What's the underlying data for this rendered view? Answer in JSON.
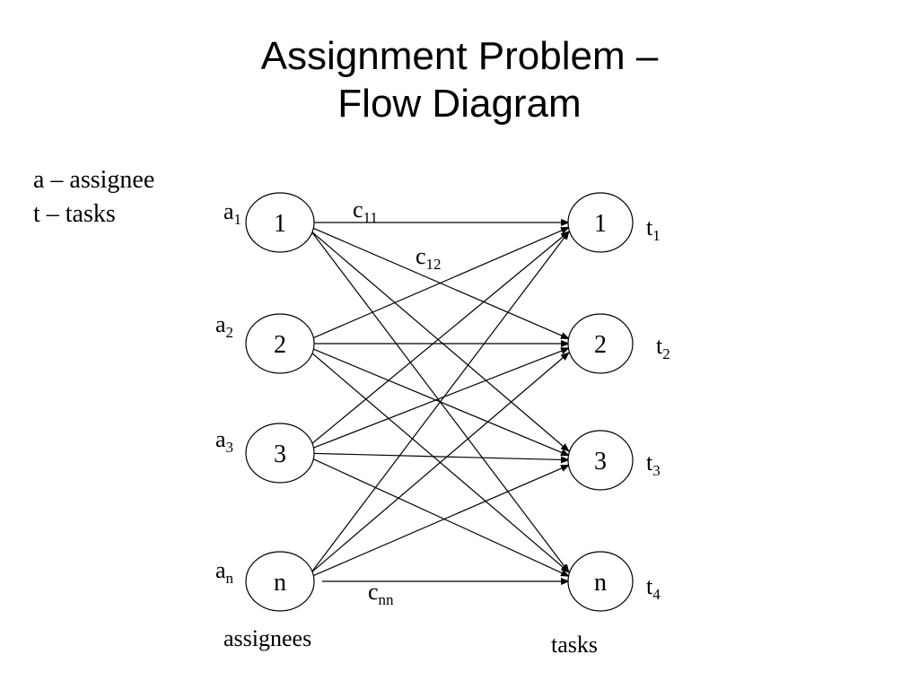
{
  "title": {
    "line1": "Assignment Problem –",
    "line2": "Flow Diagram"
  },
  "legend": {
    "line1": "a – assignee",
    "line2": "t – tasks"
  },
  "assignees": {
    "group_label": "assignees",
    "nodes": [
      {
        "text": "1",
        "label_base": "a",
        "label_sub": "1"
      },
      {
        "text": "2",
        "label_base": "a",
        "label_sub": "2"
      },
      {
        "text": "3",
        "label_base": "a",
        "label_sub": "3"
      },
      {
        "text": "n",
        "label_base": "a",
        "label_sub": "n"
      }
    ]
  },
  "tasks": {
    "group_label": "tasks",
    "nodes": [
      {
        "text": "1",
        "label_base": "t",
        "label_sub": "1"
      },
      {
        "text": "2",
        "label_base": "t",
        "label_sub": "2"
      },
      {
        "text": "3",
        "label_base": "t",
        "label_sub": "3"
      },
      {
        "text": "n",
        "label_base": "t",
        "label_sub": "4"
      }
    ]
  },
  "edge_labels": {
    "c11": {
      "base": "c",
      "sub": "11"
    },
    "c12": {
      "base": "c",
      "sub": "12"
    },
    "cnn": {
      "base": "c",
      "sub": "nn"
    }
  },
  "edges": [
    {
      "from": 0,
      "to": 0
    },
    {
      "from": 0,
      "to": 1
    },
    {
      "from": 0,
      "to": 2
    },
    {
      "from": 0,
      "to": 3
    },
    {
      "from": 1,
      "to": 0
    },
    {
      "from": 1,
      "to": 1
    },
    {
      "from": 1,
      "to": 2
    },
    {
      "from": 1,
      "to": 3
    },
    {
      "from": 2,
      "to": 0
    },
    {
      "from": 2,
      "to": 1
    },
    {
      "from": 2,
      "to": 2
    },
    {
      "from": 2,
      "to": 3
    },
    {
      "from": 3,
      "to": 0
    },
    {
      "from": 3,
      "to": 1
    },
    {
      "from": 3,
      "to": 2
    },
    {
      "from": 3,
      "to": 3
    }
  ]
}
